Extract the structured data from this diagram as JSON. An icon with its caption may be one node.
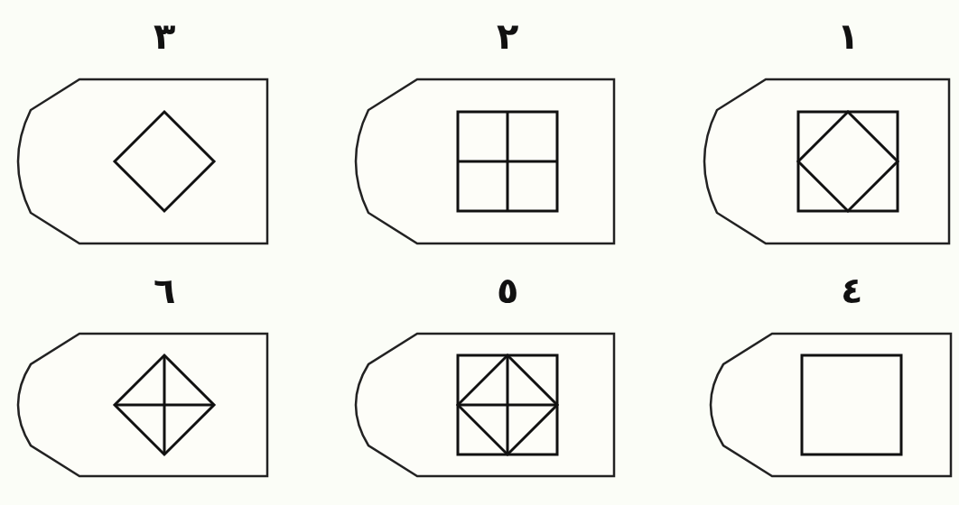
{
  "diagram": {
    "nodes": [
      {
        "text": [],
        "shape": "picture",
        "beside": [
          "١"
        ]
      },
      {
        "text": [],
        "shape": "picture",
        "beside": [
          "٢"
        ]
      },
      {
        "text": [],
        "shape": "picture",
        "beside": [
          "٣"
        ]
      },
      {
        "text": [],
        "shape": "picture",
        "beside": [
          "٤"
        ]
      },
      {
        "text": [],
        "shape": "picture",
        "beside": [
          "٥"
        ]
      },
      {
        "text": [],
        "shape": "picture",
        "beside": [
          "٦"
        ]
      }
    ]
  }
}
